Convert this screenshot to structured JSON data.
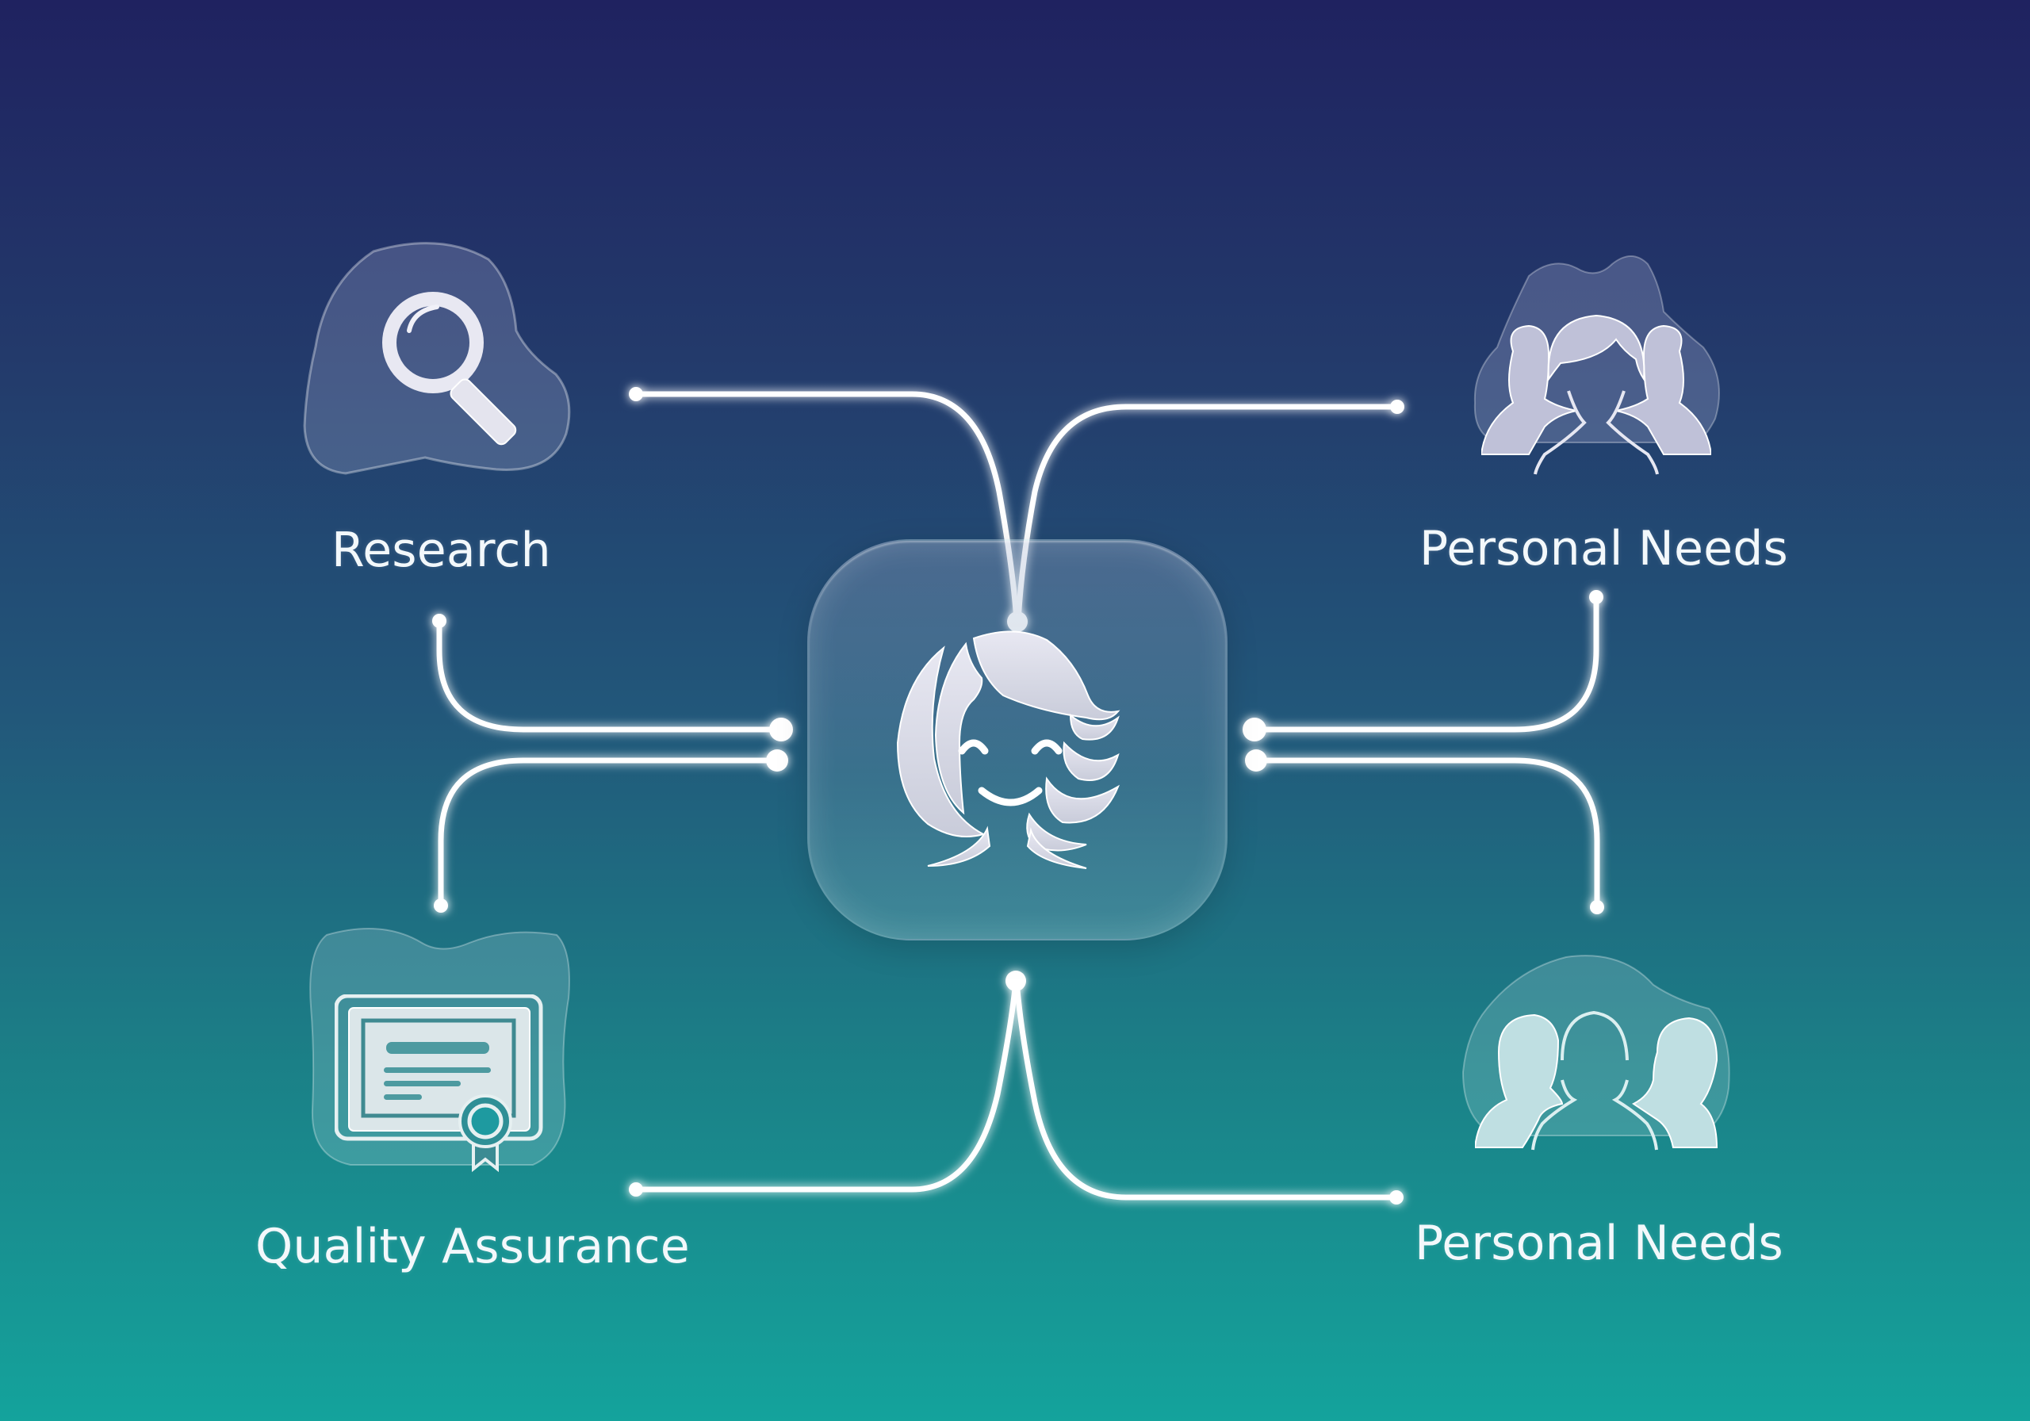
{
  "diagram": {
    "center": {
      "icon": "smiling-woman-face-icon"
    },
    "nodes": [
      {
        "id": "research",
        "label": "Research",
        "icon": "magnifying-glass-icon"
      },
      {
        "id": "personal-needs-top",
        "label": "Personal Needs",
        "icon": "group-of-women-icon"
      },
      {
        "id": "quality-assurance",
        "label": "Quality Assurance",
        "icon": "certificate-icon"
      },
      {
        "id": "personal-needs-bottom",
        "label": "Personal Needs",
        "icon": "group-of-people-icon"
      }
    ]
  },
  "colors": {
    "background_top": "#1f2260",
    "background_bottom": "#14a39c",
    "connector": "#ffffff",
    "label": "#f3f8fb"
  }
}
